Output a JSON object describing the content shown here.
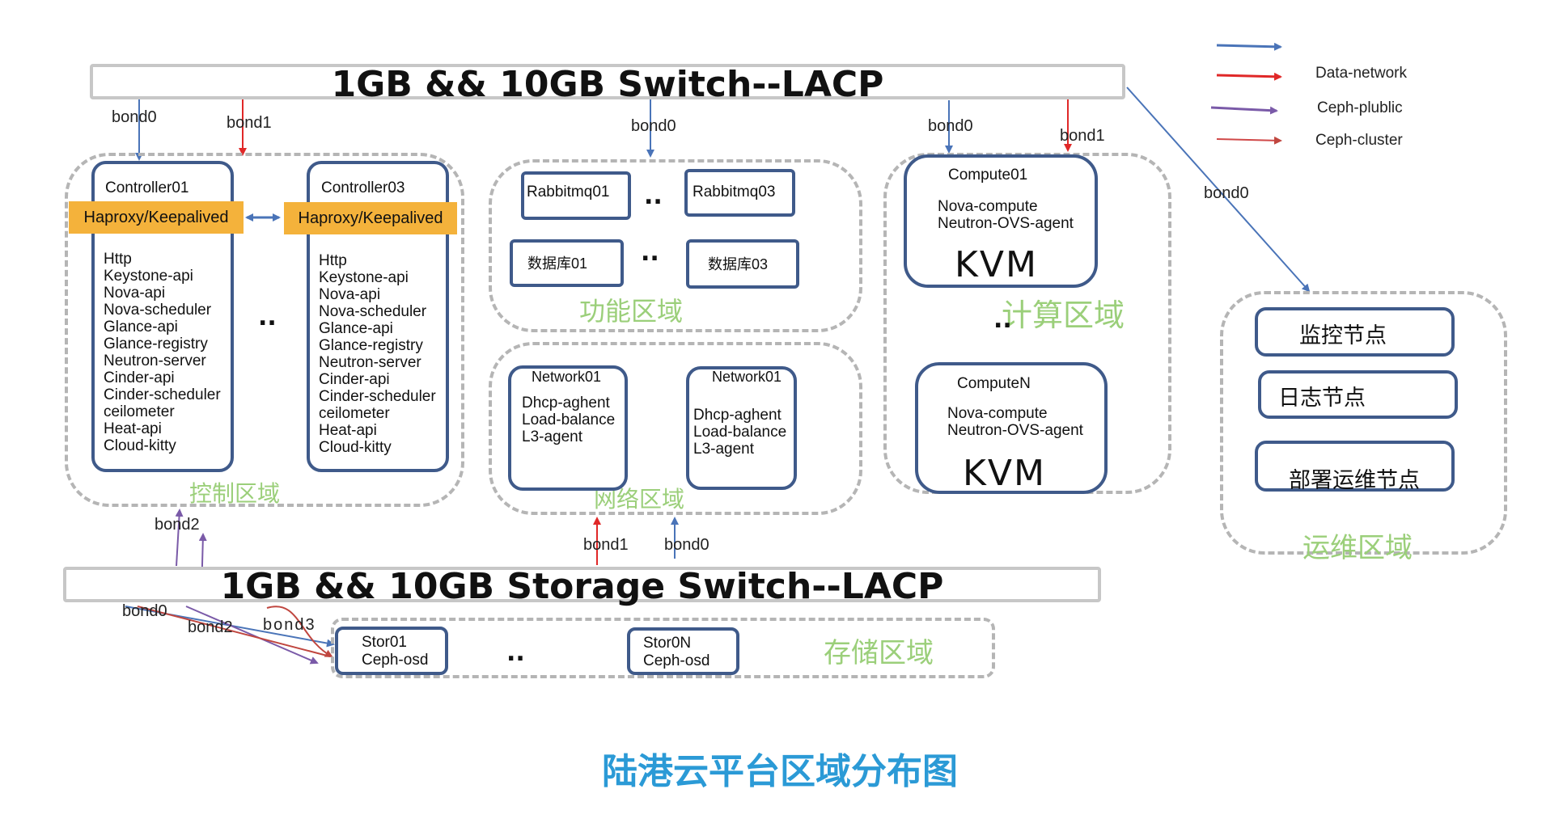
{
  "switch_top": "1GB && 10GB Switch--LACP",
  "switch_storage": "1GB && 10GB Storage Switch--LACP",
  "legend": {
    "items": [
      {
        "label": "",
        "color": "#4a74b8"
      },
      {
        "label": "Data-network",
        "color": "#e02828"
      },
      {
        "label": "Ceph-plublic",
        "color": "#7a5aa8"
      },
      {
        "label": "Ceph-cluster",
        "color": "#d04848"
      }
    ]
  },
  "bonds": {
    "ctrl_bond0": "bond0",
    "ctrl_bond1": "bond1",
    "func_bond0": "bond0",
    "comp_bond0": "bond0",
    "comp_bond1": "bond1",
    "ops_bond0": "bond0",
    "ctrl_bond2": "bond2",
    "net_bond1": "bond1",
    "net_bond0": "bond0",
    "stor_bond0": "bond0",
    "stor_bond2": "bond2",
    "stor_bond3": "bond3"
  },
  "control": {
    "zone_label": "控制区域",
    "c1_title": "Controller01",
    "c3_title": "Controller03",
    "ha1": "Haproxy/Keepalived",
    "ha3": "Haproxy/Keepalived",
    "services": [
      "Http",
      "Keystone-api",
      "Nova-api",
      "Nova-scheduler",
      "Glance-api",
      "Glance-registry",
      "Neutron-server",
      "Cinder-api",
      "Cinder-scheduler",
      "ceilometer",
      "Heat-api",
      "Cloud-kitty"
    ],
    "dots": ".."
  },
  "function": {
    "zone_label": "功能区域",
    "rmq1": "Rabbitmq01",
    "rmq3": "Rabbitmq03",
    "db1": "数据库01",
    "db3": "数据库03",
    "dots": ".."
  },
  "network": {
    "zone_label": "网络区域",
    "n1_title": "Network01",
    "n2_title": "Network01",
    "services": [
      "Dhcp-aghent",
      "Load-balance",
      "L3-agent"
    ]
  },
  "compute": {
    "zone_label": "计算区域",
    "c1_title": "Compute01",
    "cn_title": "ComputeN",
    "services": [
      "Nova-compute",
      "Neutron-OVS-agent"
    ],
    "kvm": "KVM",
    "dots": ".."
  },
  "ops": {
    "zone_label": "运维区域",
    "items": [
      "监控节点",
      "日志节点",
      "部署运维节点"
    ]
  },
  "storage": {
    "zone_label": "存储区域",
    "s1_title": "Stor01",
    "s1_service": "Ceph-osd",
    "sn_title": "Stor0N",
    "sn_service": "Ceph-osd",
    "dots": ".."
  },
  "caption": "陆港云平台区域分布图",
  "colors": {
    "blue": "#4a74b8",
    "red": "#e02828",
    "purple": "#7a5aa8",
    "rust": "#c0463f",
    "caption": "#2b9ad6",
    "zone_text": "#9bcf7a"
  }
}
